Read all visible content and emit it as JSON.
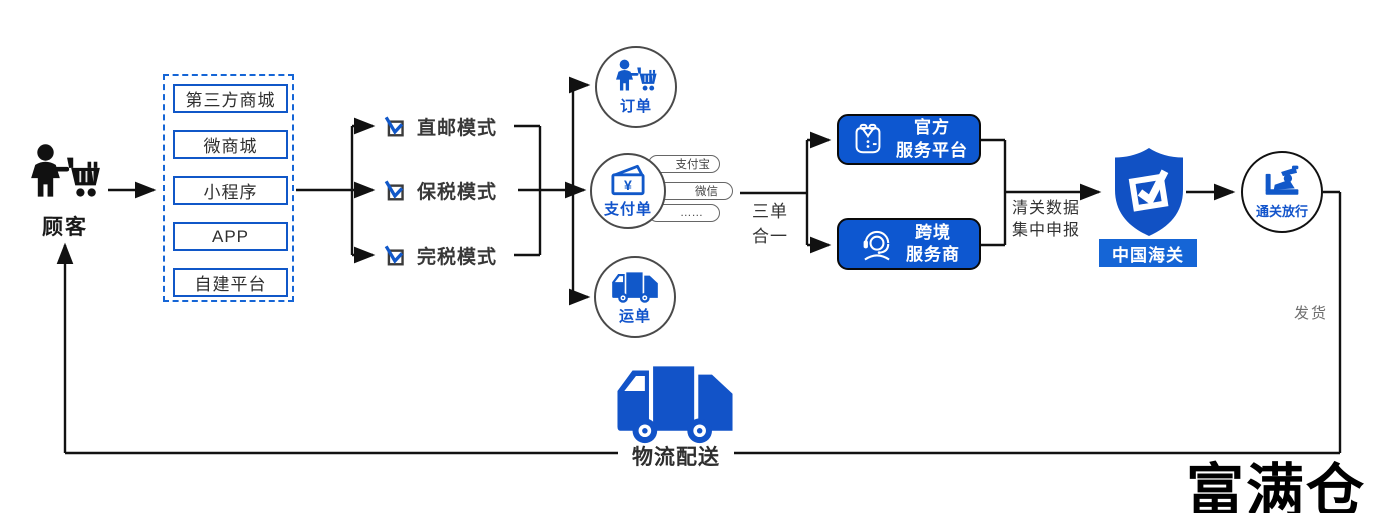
{
  "colors": {
    "primary_blue": "#1158C9",
    "service_box_blue": "#0D57D0",
    "customs_bar_blue": "#1565D6",
    "dashed_border_blue": "#1565D6",
    "line_black": "#111111"
  },
  "customer": {
    "label": "顾客"
  },
  "channels": {
    "items": [
      "第三方商城",
      "微商城",
      "小程序",
      "APP",
      "自建平台"
    ]
  },
  "modes": {
    "items": [
      "直邮模式",
      "保税模式",
      "完税模式"
    ]
  },
  "docs": {
    "order": {
      "label": "订单"
    },
    "payment": {
      "label": "支付单",
      "methods": [
        "支付宝",
        "微信",
        "……"
      ]
    },
    "waybill": {
      "label": "运单"
    }
  },
  "merge": {
    "line1": "三单",
    "line2": "合一"
  },
  "platforms": {
    "official": {
      "line1": "官方",
      "line2": "服务平台"
    },
    "crossborder": {
      "line1": "跨境",
      "line2": "服务商"
    }
  },
  "declare": {
    "line1": "清关数据",
    "line2": "集中申报"
  },
  "customs": {
    "label": "中国海关"
  },
  "clearance": {
    "label": "通关放行"
  },
  "ship": {
    "label": "发货"
  },
  "logistics": {
    "label": "物流配送"
  },
  "watermark": {
    "text": "富满仓"
  }
}
